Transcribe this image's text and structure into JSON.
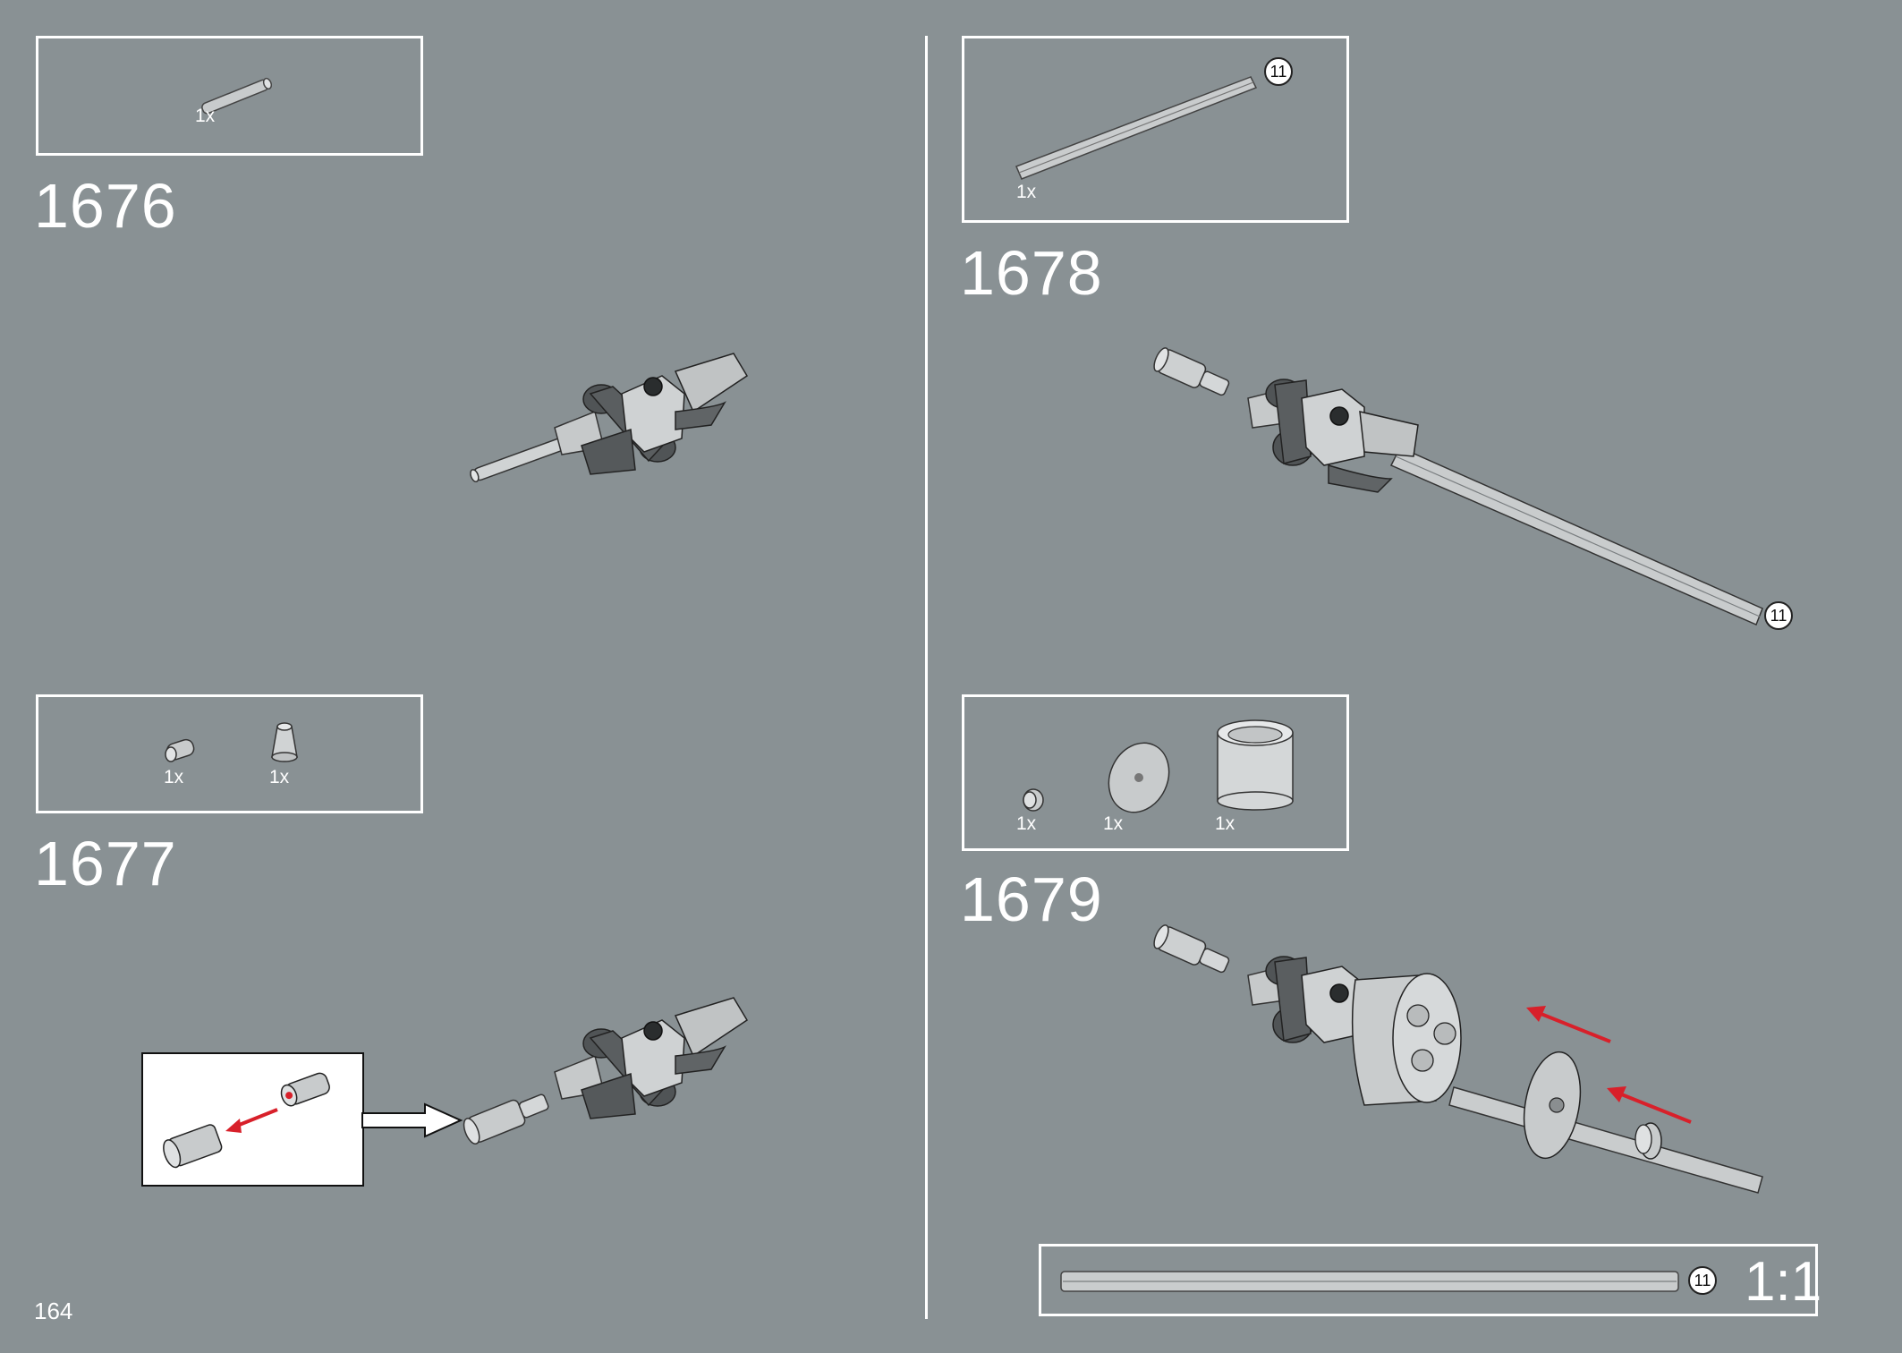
{
  "page": {
    "number": "164",
    "background": "#899194"
  },
  "steps": [
    {
      "number": "1676",
      "parts": [
        {
          "qty": "1x",
          "part": "axle-2"
        }
      ]
    },
    {
      "number": "1677",
      "parts": [
        {
          "qty": "1x",
          "part": "axle-connector"
        },
        {
          "qty": "1x",
          "part": "cone"
        }
      ]
    },
    {
      "number": "1678",
      "parts": [
        {
          "qty": "1x",
          "part": "axle-11"
        }
      ],
      "length_badge": "11",
      "assembly_badge": "11"
    },
    {
      "number": "1679",
      "parts": [
        {
          "qty": "1x",
          "part": "bush"
        },
        {
          "qty": "1x",
          "part": "disc"
        },
        {
          "qty": "1x",
          "part": "cylinder"
        }
      ]
    }
  ],
  "scale_ruler": {
    "badge": "11",
    "label": "1:1"
  },
  "colors": {
    "arrow": "#d8202a",
    "parts_light": "#c8cbcc",
    "parts_dark": "#4a4e50",
    "outline": "#222222"
  }
}
